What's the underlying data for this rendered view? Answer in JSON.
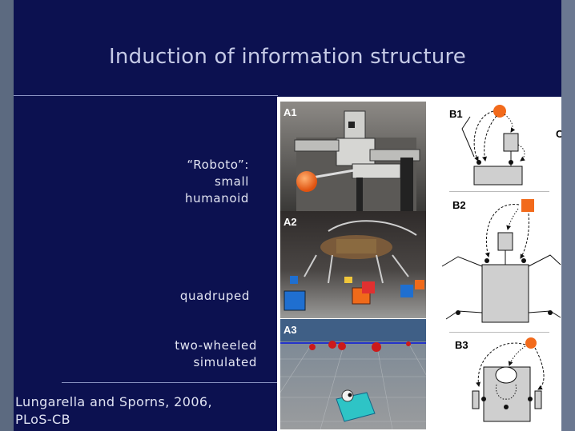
{
  "slide": {
    "title": "Induction of information structure",
    "labels": {
      "roboto_line1": "“Roboto”:",
      "roboto_line2": "small",
      "roboto_line3": "humanoid",
      "quadruped": "quadruped",
      "wheeled_line1": "two-wheeled",
      "wheeled_line2": "simulated"
    },
    "citation_line1": "Lungarella and Sporns, 2006,",
    "citation_line2": "PLoS-CB"
  },
  "figure": {
    "panels": {
      "a1": "A1",
      "a2": "A2",
      "a3": "A3",
      "b1": "B1",
      "b2": "B2",
      "b3": "B3",
      "c": "C"
    },
    "colors": {
      "stimulus": "#f26a1b",
      "slide_bg": "#0c1150",
      "title_text": "#c5cae6",
      "cube_blue": "#1f6fd0",
      "cube_cyan": "#2ec4c6"
    }
  }
}
